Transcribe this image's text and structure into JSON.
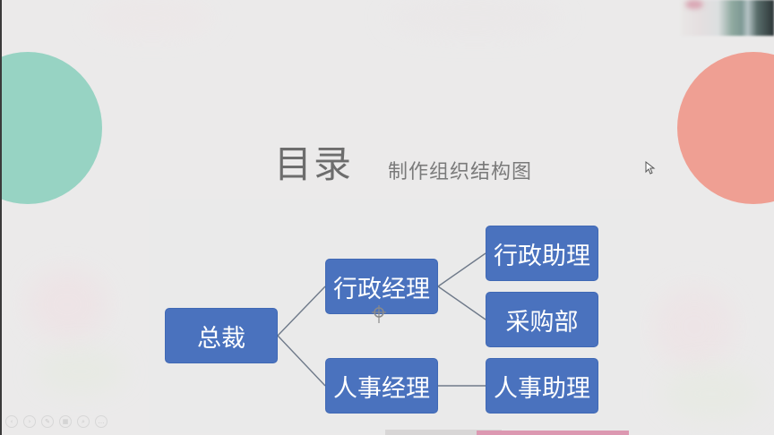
{
  "slide": {
    "title": "目录",
    "subtitle": "制作组织结构图",
    "colors": {
      "background": "#ebeaea",
      "node_fill": "#4a72be",
      "node_text": "#ffffff",
      "connector": "#6f7a8a",
      "left_circle": "#97d3c3",
      "right_circle": "#ef9f93",
      "title_text": "#6d6d6d"
    }
  },
  "org_chart": {
    "root": {
      "label": "总裁"
    },
    "level2": [
      {
        "label": "行政经理"
      },
      {
        "label": "人事经理"
      }
    ],
    "level3": [
      {
        "label": "行政助理",
        "parent": "行政经理"
      },
      {
        "label": "采购部",
        "parent": "行政经理"
      },
      {
        "label": "人事助理",
        "parent": "人事经理"
      }
    ]
  },
  "presenter_controls": {
    "buttons": [
      {
        "name": "previous",
        "glyph": "‹"
      },
      {
        "name": "next",
        "glyph": "›"
      },
      {
        "name": "pen",
        "glyph": "✎"
      },
      {
        "name": "slides",
        "glyph": "▦"
      },
      {
        "name": "zoom",
        "glyph": "⌕"
      },
      {
        "name": "more",
        "glyph": "…"
      }
    ]
  }
}
